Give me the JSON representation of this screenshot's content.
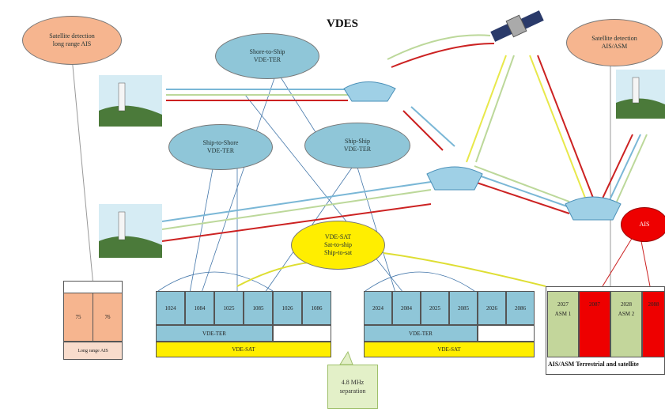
{
  "title": "VDES",
  "bubbles": {
    "sat_detection_left": [
      "Satellite detection",
      "long range AIS"
    ],
    "sat_detection_right": [
      "Satellite detection",
      "AIS/ASM"
    ],
    "shore_to_ship": [
      "Shore-to-Ship",
      "VDE-TER"
    ],
    "ship_to_shore": [
      "Ship-to-Shore",
      "VDE-TER"
    ],
    "ship_ship": [
      "Ship-Ship",
      "VDE-TER"
    ],
    "vde_sat": [
      "VDE-SAT",
      "Sat-to-ship",
      "Ship-to-sat"
    ],
    "ais": "AIS"
  },
  "long_range": {
    "cells": [
      "75",
      "76"
    ],
    "label": "Long range AIS"
  },
  "band_left": {
    "channels": [
      "1024",
      "1084",
      "1025",
      "1085",
      "1026",
      "1086"
    ],
    "ter": "VDE-TER",
    "sat": "VDE-SAT"
  },
  "band_right": {
    "channels": [
      "2024",
      "2084",
      "2025",
      "2085",
      "2026",
      "2086"
    ],
    "ter": "VDE-TER",
    "sat": "VDE-SAT"
  },
  "asm": {
    "cells": [
      "2027",
      "2087",
      "2028",
      "2088"
    ],
    "asm1": "ASM 1",
    "asm2": "ASM 2",
    "footer": "AIS/ASM Terrestrial and satellite"
  },
  "callout": [
    "4.8 MHz",
    "separation"
  ],
  "colors": {
    "blue": "#8fc6d8",
    "yellow": "#ffee00",
    "orange": "#f6b58f",
    "green": "#c3d69b",
    "red": "#ee0000"
  }
}
